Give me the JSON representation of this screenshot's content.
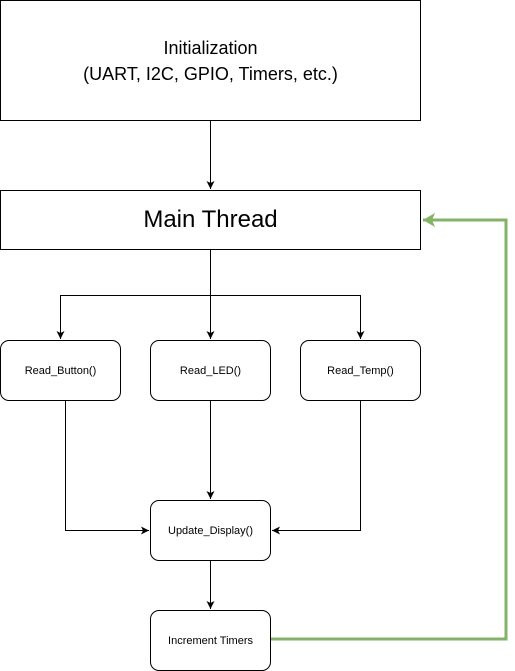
{
  "nodes": {
    "init": {
      "line1": "Initialization",
      "line2": "(UART, I2C, GPIO, Timers, etc.)"
    },
    "main_thread": "Main Thread",
    "read_button": "Read_Button()",
    "read_led": "Read_LED()",
    "read_temp": "Read_Temp()",
    "update_display": "Update_Display()",
    "increment_timers": "Increment Timers"
  },
  "colors": {
    "connector": "#000000",
    "loop_connector": "#82b366"
  }
}
